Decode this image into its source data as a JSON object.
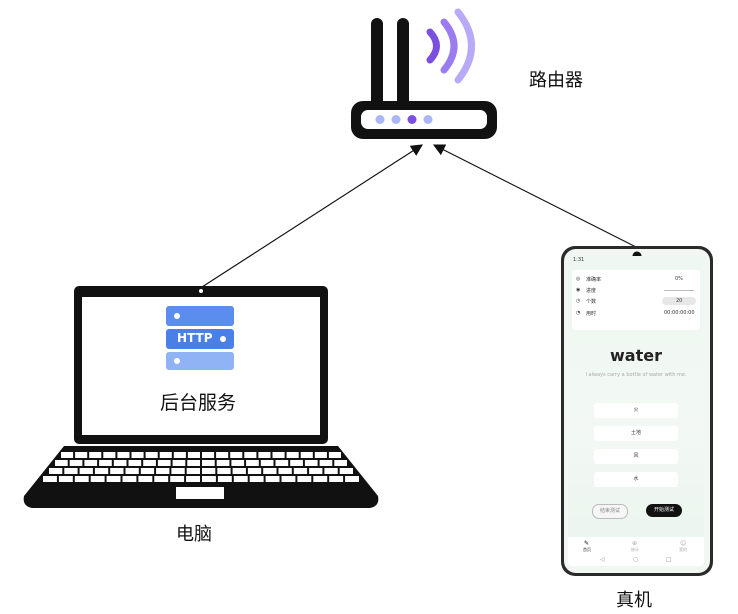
{
  "labels": {
    "router": "路由器",
    "computer": "电脑",
    "backend": "后台服务",
    "http": "HTTP",
    "phone": "真机"
  },
  "app": {
    "status_time": "1:31",
    "stats": [
      {
        "label": "准确率",
        "value": "0%"
      },
      {
        "label": "进度",
        "value": ""
      },
      {
        "label": "个数",
        "value": "20"
      },
      {
        "label": "用时",
        "value": "00:00:00:00"
      }
    ],
    "word": "water",
    "sentence": "I always carry a bottle of water with me.",
    "options": [
      "火",
      "土地",
      "风",
      "水"
    ],
    "secondary_button": "结束测试",
    "primary_button": "开始测试",
    "nav": [
      "首页",
      "统计",
      "我的"
    ]
  },
  "colors": {
    "ink": "#111111",
    "http_blue": "#5b8def",
    "http_blue_light": "#8fb3f5",
    "router_wave_1": "#7b4fe0",
    "router_wave_2": "#9b7cf0",
    "router_wave_3": "#b9aaf7",
    "router_led": "#a9b8f5"
  }
}
